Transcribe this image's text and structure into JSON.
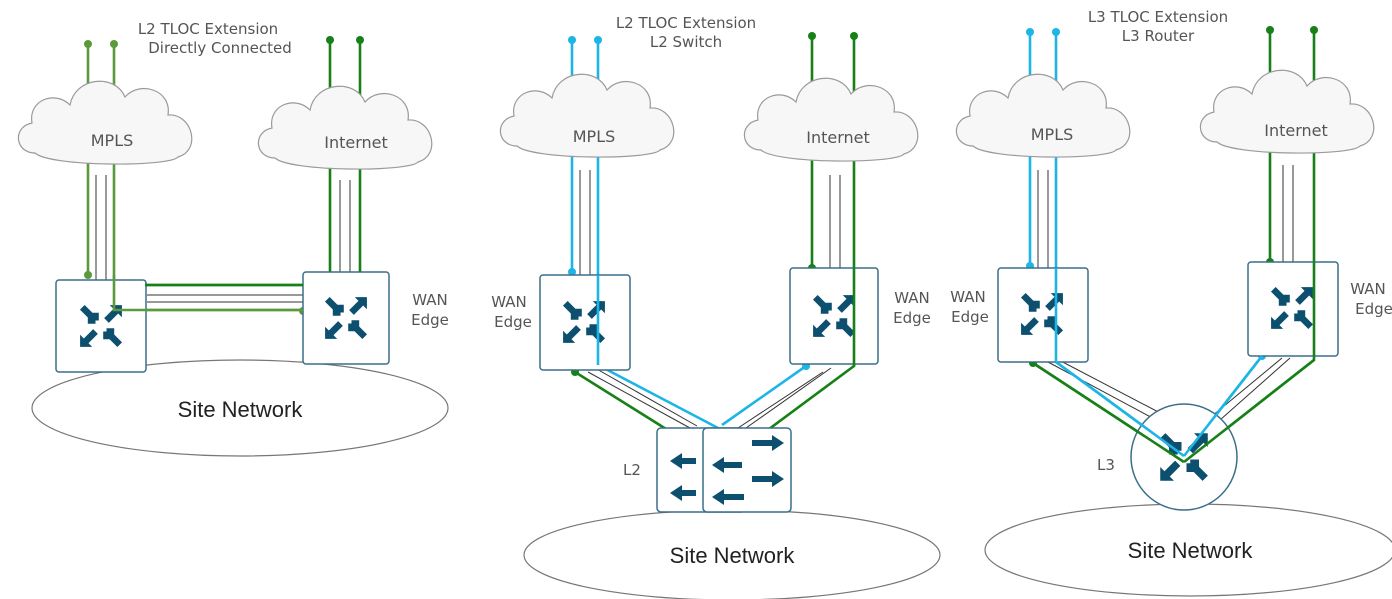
{
  "colors": {
    "green": "#178017",
    "olive_green": "#5a9a3c",
    "blue": "#1cb5e6",
    "router_icon": "#0d4f6e",
    "cloud_fill": "#f7f7f7",
    "cloud_stroke": "#9a9a9a",
    "box_stroke": "#3b6e8a"
  },
  "icons": {
    "cloud": "cloud-icon",
    "router": "router-icon",
    "l2_switch": "switch-icon"
  },
  "panels": [
    {
      "title_line1": "L2 TLOC Extension",
      "title_line2": "Directly Connected",
      "cloud_left": "MPLS",
      "cloud_right": "Internet",
      "edge_label": "WAN Edge",
      "edge_label_line1": "WAN",
      "edge_label_line2": "Edge",
      "site": "Site Network"
    },
    {
      "title_line1": "L2 TLOC Extension",
      "title_line2": "L2 Switch",
      "cloud_left": "MPLS",
      "cloud_right": "Internet",
      "edge_left_line1": "WAN",
      "edge_left_line2": "Edge",
      "edge_right_line1": "WAN",
      "edge_right_line2": "Edge",
      "device_label": "L2",
      "site": "Site Network"
    },
    {
      "title_line1": "L3 TLOC Extension",
      "title_line2": "L3 Router",
      "cloud_left": "MPLS",
      "cloud_right": "Internet",
      "edge_left_line1": "WAN",
      "edge_left_line2": "Edge",
      "edge_right_line1": "WAN",
      "edge_right_line2": "Edge",
      "device_label": "L3",
      "site": "Site Network"
    }
  ]
}
